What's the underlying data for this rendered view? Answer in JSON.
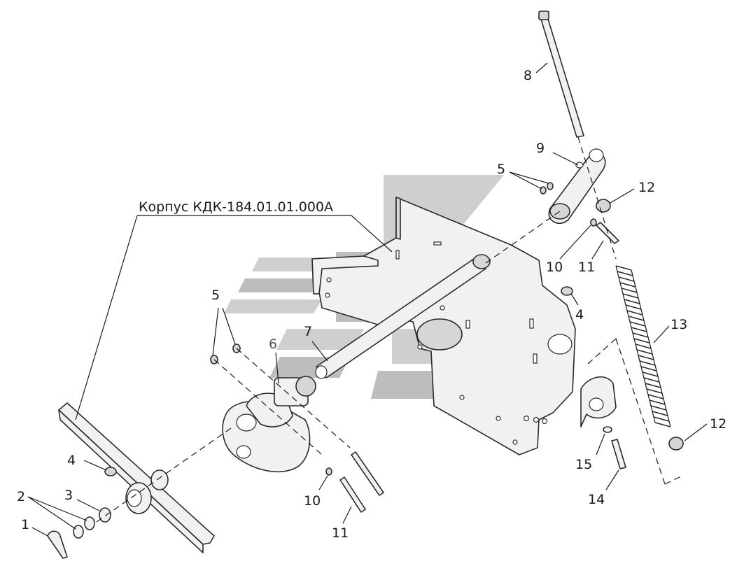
{
  "diagram": {
    "assembly_label": "Корпус КДК-184.01.01.000А",
    "callouts": [
      {
        "id": "c1",
        "text": "1"
      },
      {
        "id": "c2",
        "text": "2"
      },
      {
        "id": "c3",
        "text": "3"
      },
      {
        "id": "c4a",
        "text": "4"
      },
      {
        "id": "c4b",
        "text": "4"
      },
      {
        "id": "c5a",
        "text": "5"
      },
      {
        "id": "c5b",
        "text": "5"
      },
      {
        "id": "c6",
        "text": "6"
      },
      {
        "id": "c7",
        "text": "7"
      },
      {
        "id": "c8",
        "text": "8"
      },
      {
        "id": "c9",
        "text": "9"
      },
      {
        "id": "c10a",
        "text": "10"
      },
      {
        "id": "c10b",
        "text": "10"
      },
      {
        "id": "c11a",
        "text": "11"
      },
      {
        "id": "c11b",
        "text": "11"
      },
      {
        "id": "c12a",
        "text": "12"
      },
      {
        "id": "c12b",
        "text": "12"
      },
      {
        "id": "c13",
        "text": "13"
      },
      {
        "id": "c14",
        "text": "14"
      },
      {
        "id": "c15",
        "text": "15"
      }
    ]
  }
}
